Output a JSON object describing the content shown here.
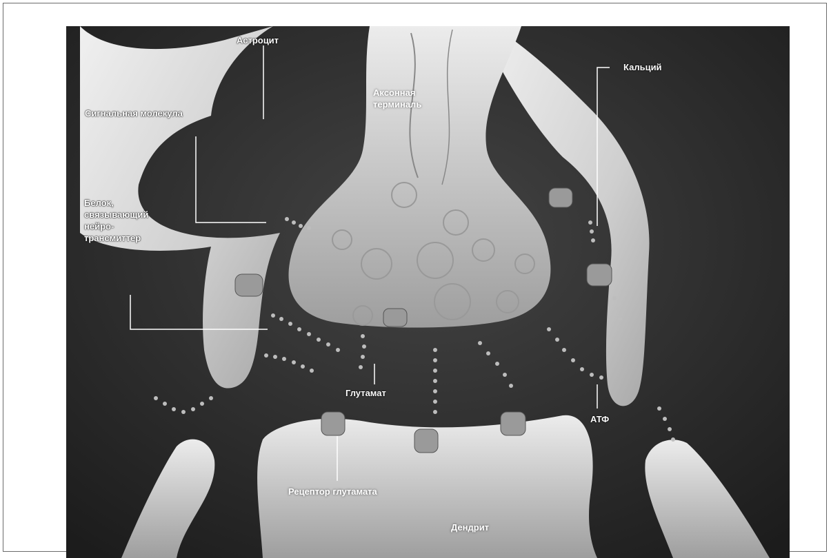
{
  "figure": {
    "labels": {
      "astrocyte": "Астроцит",
      "calcium": "Кальций",
      "axon_terminal": "Аксонная терминаль",
      "signal_molecule": "Сигнальная молекула",
      "nt_binding_protein": "Белок, связывающий нейро-трансмиттер",
      "glutamate": "Глутамат",
      "atp": "АТФ",
      "glutamate_receptor": "Рецептор глутамата",
      "dendrite": "Дендрит"
    },
    "colors": {
      "background": "#2a2a2a",
      "tissue": "#d9d9d9",
      "dots": "#bdbdbd",
      "leader_lines": "#ffffff"
    }
  }
}
